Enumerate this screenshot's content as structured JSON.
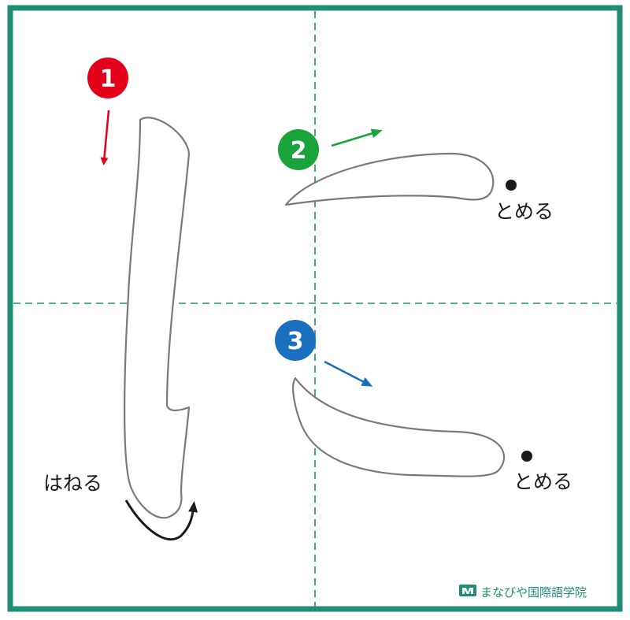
{
  "colors": {
    "frame": "#1e8e76",
    "guide": "#1e8e76",
    "stroke1": "#e2001a",
    "stroke2": "#1aa33a",
    "stroke3": "#1a6fbf",
    "outline": "#7a7a7a",
    "ink": "#1a1a1a"
  },
  "strokes": [
    {
      "number": "1",
      "color": "#e2001a"
    },
    {
      "number": "2",
      "color": "#1aa33a"
    },
    {
      "number": "3",
      "color": "#1a6fbf"
    }
  ],
  "labels": {
    "hane": "はねる",
    "tome_2": "とめる",
    "tome_3": "とめる"
  },
  "brand": {
    "name": "まなびや国際語学院",
    "logo_icon": "open-book-icon"
  }
}
